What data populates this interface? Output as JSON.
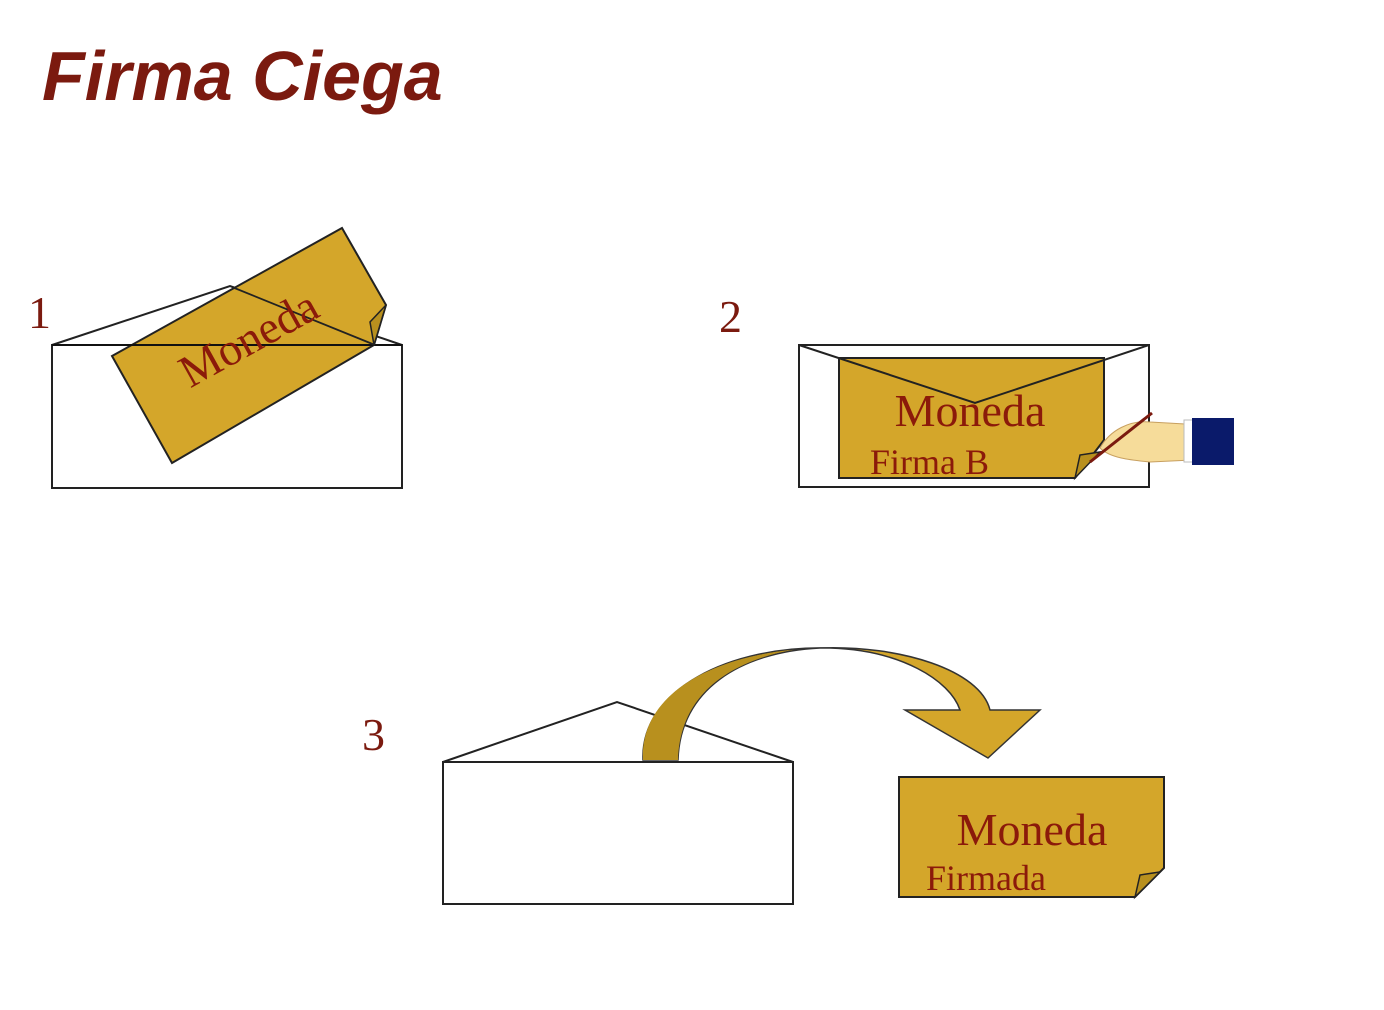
{
  "title": "Firma Ciega",
  "colors": {
    "coin": "#d4a62a",
    "text": "#8b1a0a",
    "title": "#7b1a0f",
    "arrow_dark": "#b8901e",
    "sleeve": "#0a1a6a"
  },
  "steps": [
    {
      "number": "1",
      "coin_label": "Moneda"
    },
    {
      "number": "2",
      "coin_label": "Moneda",
      "coin_sublabel": "Firma B"
    },
    {
      "number": "3",
      "coin_label": "Moneda",
      "coin_sublabel": "Firmada"
    }
  ]
}
